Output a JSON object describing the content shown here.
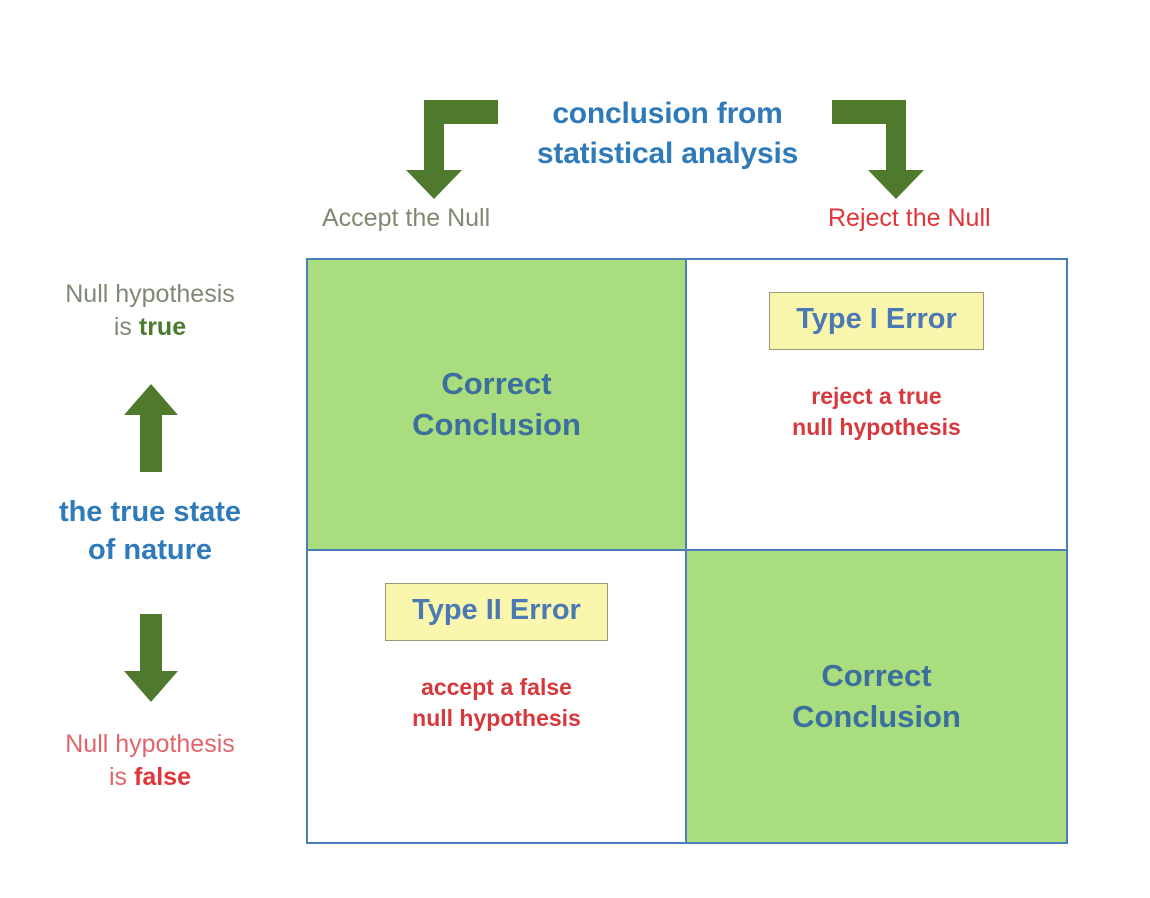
{
  "header": {
    "title_line1": "conclusion from",
    "title_line2": "statistical analysis",
    "left_arrow_icon": "elbow-arrow-down-left-icon",
    "right_arrow_icon": "elbow-arrow-down-right-icon"
  },
  "columns": [
    {
      "label": "Accept the Null",
      "color": "#7e8a72"
    },
    {
      "label": "Reject the Null",
      "color": "#e0353b"
    }
  ],
  "axis": {
    "title_line1": "the true state",
    "title_line2": "of nature",
    "up_arrow_icon": "arrow-up-icon",
    "down_arrow_icon": "arrow-down-icon"
  },
  "rows": [
    {
      "label_line1": "Null hypothesis",
      "label_prefix": "is ",
      "label_emphasis": "true",
      "color": "#7e8a72",
      "emphasis_color": "#4b7a2e"
    },
    {
      "label_line1": "Null hypothesis",
      "label_prefix": "is ",
      "label_emphasis": "false",
      "color": "#e0666a",
      "emphasis_color": "#e0353b"
    }
  ],
  "cells": {
    "top_left": {
      "kind": "correct",
      "line1": "Correct",
      "line2": "Conclusion",
      "fill": "#aadd7d",
      "text_color": "#3a6f9e"
    },
    "top_right": {
      "kind": "error",
      "badge": "Type I Error",
      "desc_line1": "reject a true",
      "desc_line2": "null hypothesis",
      "fill": "#ffffff",
      "badge_fill": "#faf6ae",
      "badge_text_color": "#4a79b4",
      "desc_color": "#d8383c"
    },
    "bottom_left": {
      "kind": "error",
      "badge": "Type II Error",
      "desc_line1": "accept a false",
      "desc_line2": "null hypothesis",
      "fill": "#ffffff",
      "badge_fill": "#faf6ae",
      "badge_text_color": "#4a79b4",
      "desc_color": "#d8383c"
    },
    "bottom_right": {
      "kind": "correct",
      "line1": "Correct",
      "line2": "Conclusion",
      "fill": "#aadd7d",
      "text_color": "#3a6f9e"
    }
  },
  "colors": {
    "grid_border": "#4a7ebb",
    "arrow_green": "#4f7a2e",
    "accent_blue": "#2f7ab8",
    "accent_red": "#e0353b",
    "green_fill": "#aadd7d",
    "yellow_fill": "#faf6ae"
  }
}
